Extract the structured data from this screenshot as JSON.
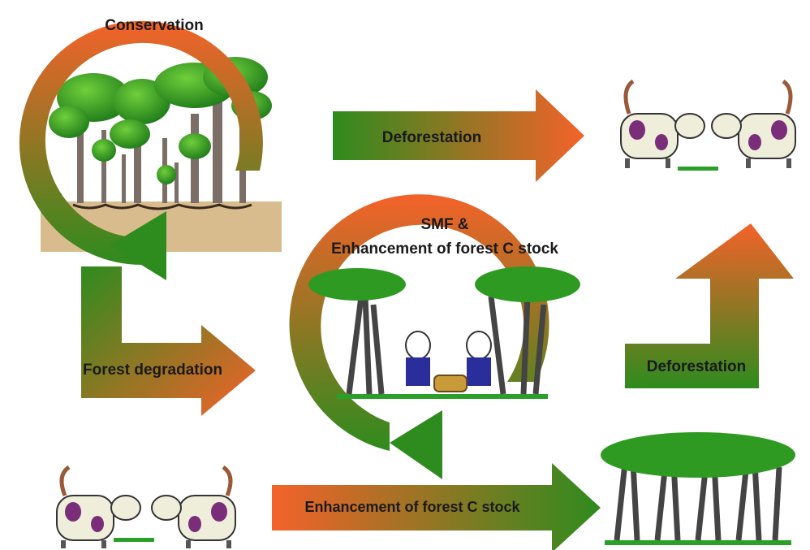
{
  "labels": {
    "conservation": "Conservation",
    "deforestation_top": "Deforestation",
    "smf_line1": "SMF &",
    "smf_line2": "Enhancement of forest C stock",
    "forest_degradation": "Forest degradation",
    "deforestation_right": "Deforestation",
    "enhancement_bottom": "Enhancement of forest C stock"
  },
  "colors": {
    "orange": "#f4622a",
    "green": "#2e8b1e",
    "grass": "#2aa02a",
    "ground": "#d8bc8e"
  }
}
